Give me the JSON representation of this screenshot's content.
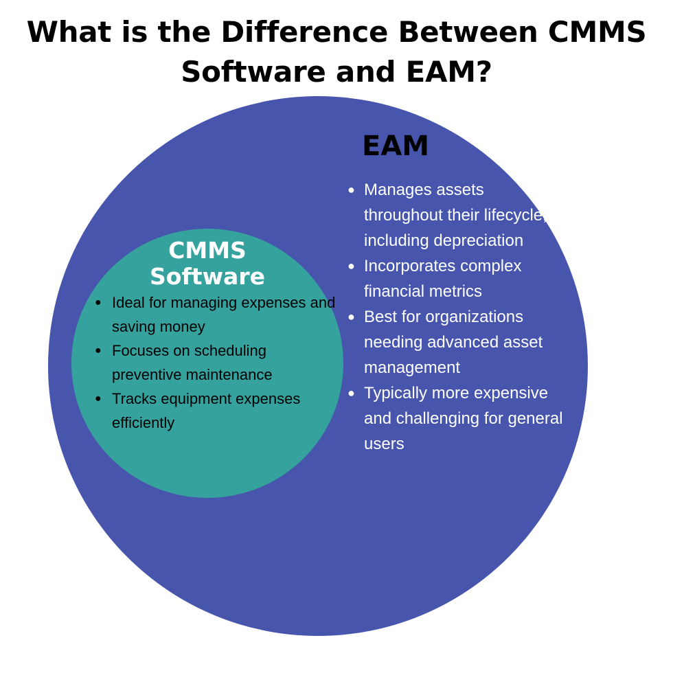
{
  "title": {
    "line1": "What is the Difference Between CMMS",
    "line2": "Software and EAM?"
  },
  "eam": {
    "heading": "EAM",
    "color": "#4855ad",
    "items": [
      "Manages assets throughout their lifecycle, including depreciation",
      "Incorporates complex financial metrics",
      "Best for organizations needing advanced asset management",
      "Typically more expensive and challenging for general users"
    ]
  },
  "cmms": {
    "heading_line1": "CMMS",
    "heading_line2": "Software",
    "color": "#36a29e",
    "items": [
      "Ideal for managing expenses and saving money",
      "Focuses on scheduling preventive maintenance",
      "Tracks equipment expenses efficiently"
    ]
  }
}
